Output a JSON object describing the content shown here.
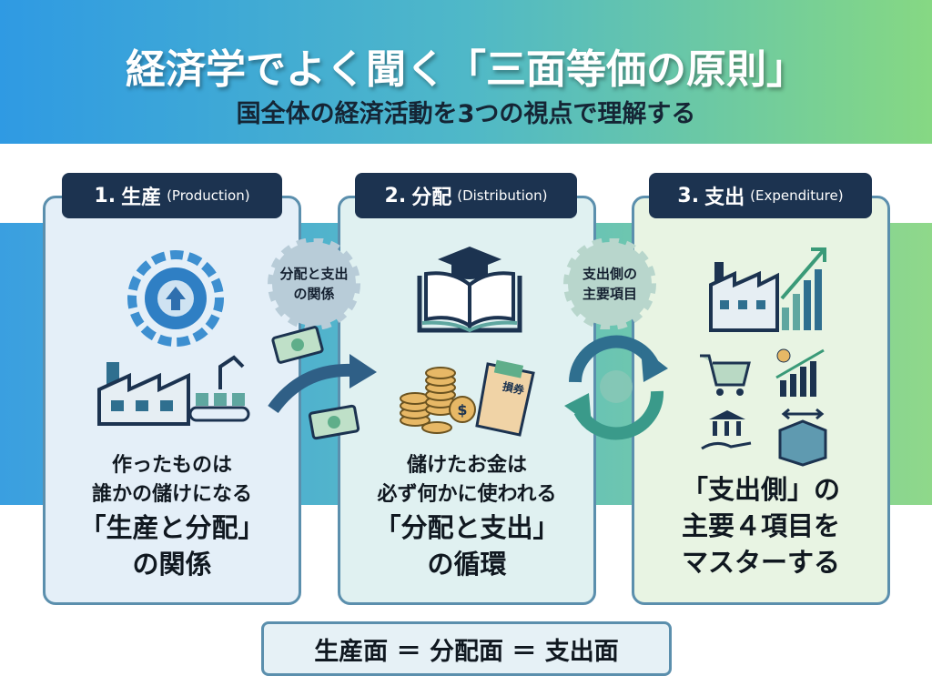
{
  "header": {
    "title": "経済学でよく聞く「三面等価の原則」",
    "subtitle": "国全体の経済活動を3つの視点で理解する"
  },
  "cards": [
    {
      "number": "1.",
      "name": "生産",
      "english": "(Production)",
      "lines": [
        "作ったものは",
        "誰かの儲けになる"
      ],
      "big": "「生産と分配」",
      "last": "の関係"
    },
    {
      "number": "2.",
      "name": "分配",
      "english": "(Distribution)",
      "lines": [
        "儲けたお金は",
        "必ず何かに使われる"
      ],
      "big": "「分配と支出」",
      "last": "の循環"
    },
    {
      "number": "3.",
      "name": "支出",
      "english": "(Expenditure)",
      "lines": [
        "「支出側」の",
        "主要４項目を"
      ],
      "big": "マスターする",
      "last": ""
    }
  ],
  "connectors": [
    {
      "lines": [
        "分配と支出",
        "の関係"
      ]
    },
    {
      "lines": [
        "支出側の",
        "主要項目"
      ]
    }
  ],
  "envelope_label": "損券",
  "colors": {
    "navy": "#1c3350",
    "accent": "#2f6f8f",
    "coin": "#e7b866"
  },
  "footer": "生産面 ＝ 分配面 ＝ 支出面"
}
